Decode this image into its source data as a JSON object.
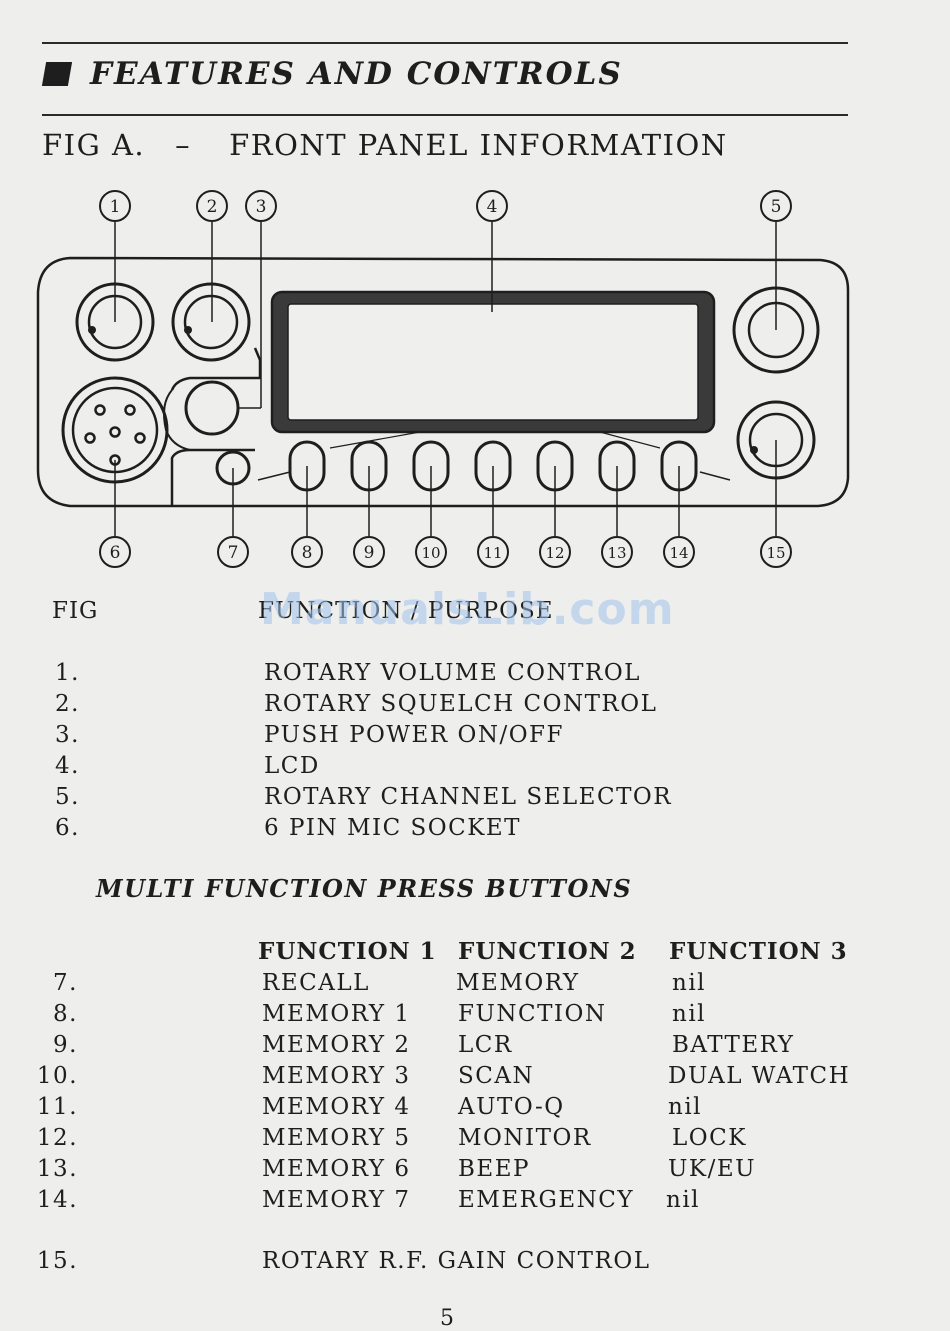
{
  "section_heading": "FEATURES AND CONTROLS",
  "figure": {
    "label": "FIG A.",
    "dash": "–",
    "title": "FRONT PANEL INFORMATION"
  },
  "callouts": [
    "1",
    "2",
    "3",
    "4",
    "5",
    "6",
    "7",
    "8",
    "9",
    "10",
    "11",
    "12",
    "13",
    "14",
    "15"
  ],
  "watermark": "ManualsLib.com",
  "legend_headers": {
    "fig": "FIG",
    "purpose": "FUNCTION / PURPOSE"
  },
  "controls": [
    {
      "num": "1.",
      "text": "ROTARY VOLUME CONTROL"
    },
    {
      "num": "2.",
      "text": "ROTARY SQUELCH CONTROL"
    },
    {
      "num": "3.",
      "text": "PUSH POWER ON/OFF"
    },
    {
      "num": "4.",
      "text": "LCD"
    },
    {
      "num": "5.",
      "text": "ROTARY CHANNEL SELECTOR"
    },
    {
      "num": "6.",
      "text": "6 PIN MIC SOCKET"
    }
  ],
  "multi_function": {
    "heading": "MULTI FUNCTION PRESS BUTTONS",
    "headers": [
      "FUNCTION 1",
      "FUNCTION 2",
      "FUNCTION 3"
    ],
    "rows": [
      {
        "num": "7.",
        "f1": "RECALL",
        "f2": "MEMORY",
        "f3": "nil"
      },
      {
        "num": "8.",
        "f1": "MEMORY 1",
        "f2": "FUNCTION",
        "f3": "nil"
      },
      {
        "num": "9.",
        "f1": "MEMORY 2",
        "f2": "LCR",
        "f3": "BATTERY"
      },
      {
        "num": "10.",
        "f1": "MEMORY 3",
        "f2": "SCAN",
        "f3": "DUAL WATCH"
      },
      {
        "num": "11.",
        "f1": "MEMORY 4",
        "f2": "AUTO-Q",
        "f3": "nil"
      },
      {
        "num": "12.",
        "f1": "MEMORY 5",
        "f2": "MONITOR",
        "f3": "LOCK"
      },
      {
        "num": "13.",
        "f1": "MEMORY 6",
        "f2": "BEEP",
        "f3": "UK/EU"
      },
      {
        "num": "14.",
        "f1": "MEMORY 7",
        "f2": "EMERGENCY",
        "f3": "nil"
      }
    ]
  },
  "last_control": {
    "num": "15.",
    "text": "ROTARY R.F. GAIN CONTROL"
  },
  "page_number": "5"
}
